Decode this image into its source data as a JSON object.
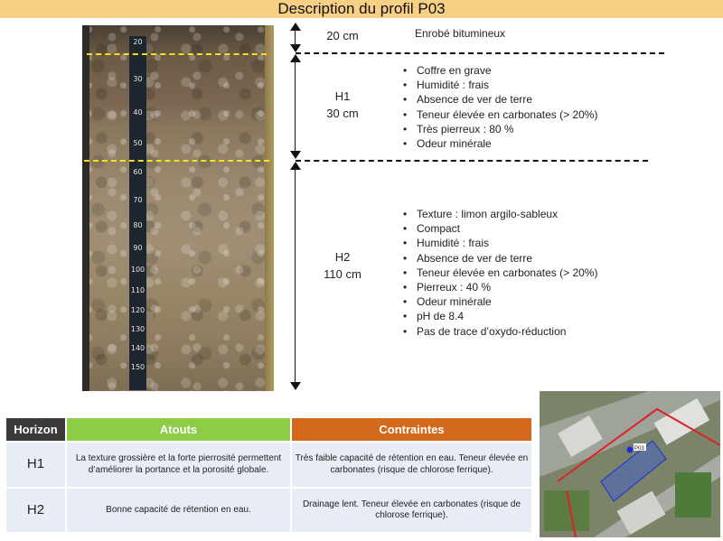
{
  "title": "Description du profil P03",
  "ruler_ticks": [
    "20",
    "30",
    "40",
    "50",
    "60",
    "70",
    "80",
    "90",
    "100",
    "110",
    "120",
    "130",
    "140",
    "150"
  ],
  "layers": [
    {
      "depth": "20 cm",
      "description": "Enrobé bitumineux"
    },
    {
      "name": "H1",
      "depth": "30 cm",
      "bullets": [
        "Coffre en grave",
        "Humidité : frais",
        "Absence de ver de terre",
        "Teneur élevée en carbonates (> 20%)",
        "Très pierreux : 80 %",
        "Odeur minérale"
      ]
    },
    {
      "name": "H2",
      "depth": "110 cm",
      "bullets": [
        "Texture : limon argilo-sableux",
        "Compact",
        "Humidité : frais",
        "Absence de ver de terre",
        "Teneur élevée en carbonates (> 20%)",
        "Pierreux : 40 %",
        "Odeur minérale",
        "pH de 8.4",
        "Pas de trace d’oxydo-réduction"
      ]
    }
  ],
  "table": {
    "headers": [
      "Horizon",
      "Atouts",
      "Contraintes"
    ],
    "rows": [
      {
        "horizon": "H1",
        "atouts": "La texture grossière et la forte pierrosité permettent d’améliorer la portance et la porosité globale.",
        "contraintes": "Très faible capacité de  rétention en eau. Teneur élevée en carbonates (risque de chlorose ferrique)."
      },
      {
        "horizon": "H2",
        "atouts": "Bonne capacité de rétention en eau.",
        "contraintes": "Drainage lent. Teneur élevée en carbonates (risque de chlorose ferrique)."
      }
    ]
  },
  "map": {
    "marker_label": "P03",
    "marker_color": "#1a2fd6",
    "zone_color": "#e0202a"
  },
  "colors": {
    "title_bar": "#f7cf85",
    "horizon_header": "#3b3b3b",
    "atouts_header": "#8ccc47",
    "contraintes_header": "#d2691d",
    "cell_bg": "#e8ecf4",
    "marker_line": "#f4e21b"
  }
}
